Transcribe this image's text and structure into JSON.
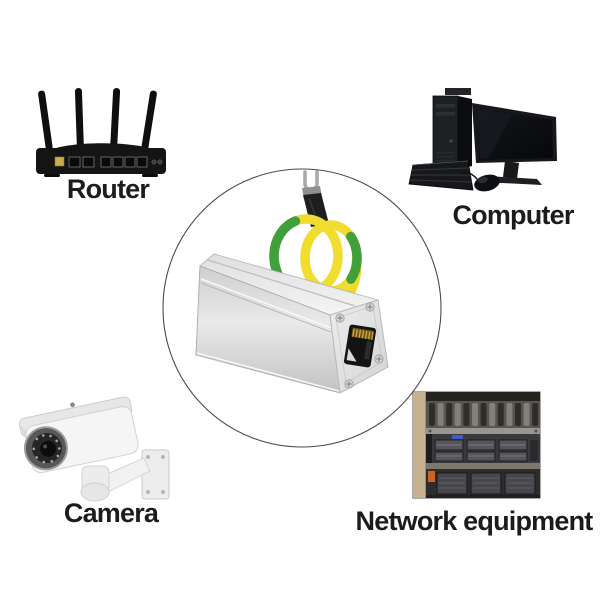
{
  "page": {
    "background_color": "#ffffff"
  },
  "diagram": {
    "label_color": "#1c1c1c",
    "hub": {
      "icon": "surge-protector-icon",
      "circle_color": "#4a4a4a",
      "device_body_color": "#d9d9d9",
      "port_type": "RJ45",
      "ground_wire_yellow": "#f0dd2e",
      "ground_wire_green": "#3fa03c"
    },
    "nodes": [
      {
        "id": "router",
        "label": "Router",
        "icon": "router-icon",
        "position": "top-left"
      },
      {
        "id": "computer",
        "label": "Computer",
        "icon": "computer-icon",
        "position": "top-right"
      },
      {
        "id": "camera",
        "label": "Camera",
        "icon": "camera-icon",
        "position": "bottom-left"
      },
      {
        "id": "network-equipment",
        "label": "Network equipment",
        "icon": "network-rack-icon",
        "position": "bottom-right"
      }
    ]
  }
}
